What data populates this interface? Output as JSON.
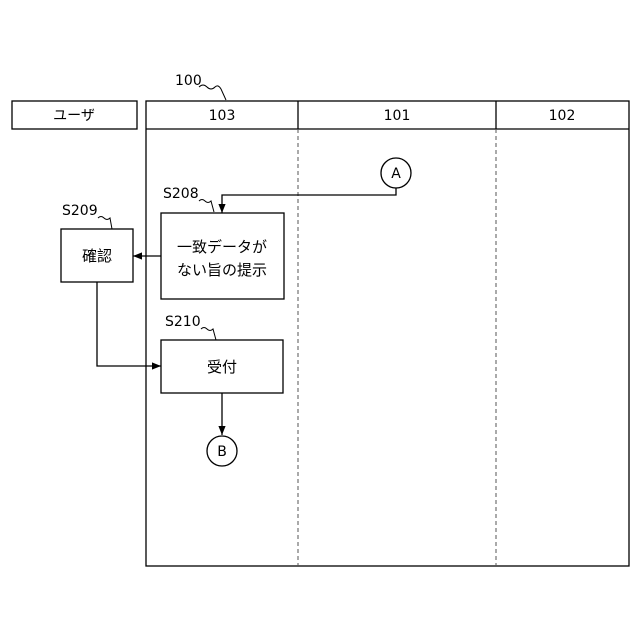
{
  "figure_ref": "100",
  "lanes": {
    "user": {
      "label": "ユーザ"
    },
    "l103": {
      "label": "103"
    },
    "l101": {
      "label": "101"
    },
    "l102": {
      "label": "102"
    }
  },
  "steps": {
    "s208": {
      "ref": "S208",
      "line1": "一致データが",
      "line2": "ない旨の提示"
    },
    "s209": {
      "ref": "S209",
      "text": "確認"
    },
    "s210": {
      "ref": "S210",
      "text": "受付"
    }
  },
  "connectors": {
    "a": "A",
    "b": "B"
  }
}
